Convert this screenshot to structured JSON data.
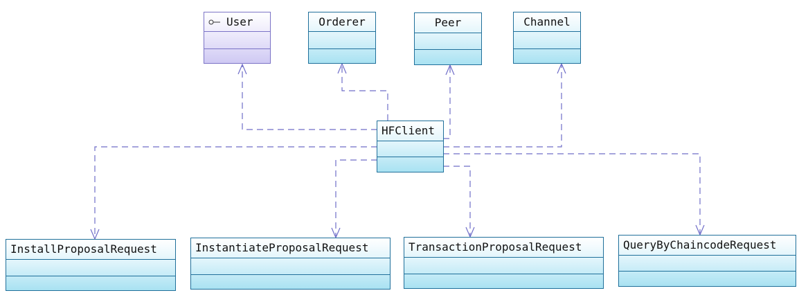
{
  "diagram": {
    "classes": {
      "user": {
        "name": "User",
        "stereotype_icon": "interface-lollipop-icon"
      },
      "orderer": {
        "name": "Orderer"
      },
      "peer": {
        "name": "Peer"
      },
      "channel": {
        "name": "Channel"
      },
      "hfclient": {
        "name": "HFClient"
      },
      "install": {
        "name": "InstallProposalRequest"
      },
      "instantiate": {
        "name": "InstantiateProposalRequest"
      },
      "transaction": {
        "name": "TransactionProposalRequest"
      },
      "query": {
        "name": "QueryByChaincodeRequest"
      }
    },
    "dependencies": [
      {
        "from": "hfclient",
        "to": "user"
      },
      {
        "from": "hfclient",
        "to": "orderer"
      },
      {
        "from": "hfclient",
        "to": "peer"
      },
      {
        "from": "hfclient",
        "to": "channel"
      },
      {
        "from": "hfclient",
        "to": "install"
      },
      {
        "from": "hfclient",
        "to": "instantiate"
      },
      {
        "from": "hfclient",
        "to": "transaction"
      },
      {
        "from": "hfclient",
        "to": "query"
      }
    ],
    "colors": {
      "class_border": "#1f6f9a",
      "class_fill": "#a9e2f2",
      "interface_border": "#7b73c6",
      "interface_fill": "#cfc9f3",
      "dependency_line": "#6f6dc8"
    }
  }
}
